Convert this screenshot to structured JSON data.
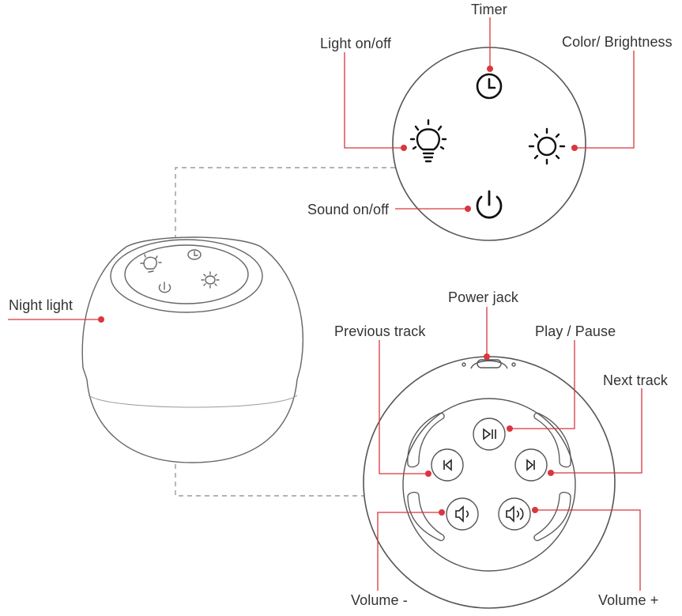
{
  "labels": {
    "timer": "Timer",
    "light_on_off": "Light on/off",
    "color_brightness": "Color/ Brightness",
    "sound_on_off": "Sound on/off",
    "night_light": "Night light",
    "power_jack": "Power jack",
    "previous_track": "Previous track",
    "play_pause": "Play / Pause",
    "next_track": "Next track",
    "volume_minus": "Volume -",
    "volume_plus": "Volume +"
  },
  "colors": {
    "callout": "#d9363e",
    "outline": "#555555",
    "dashed": "#888888"
  },
  "icons": {
    "timer": "clock-icon",
    "light": "bulb-icon",
    "brightness": "sun-icon",
    "sound": "power-icon",
    "play_pause": "play-pause-icon",
    "previous": "skip-back-icon",
    "next": "skip-forward-icon",
    "volume_down": "volume-down-icon",
    "volume_up": "volume-up-icon"
  }
}
